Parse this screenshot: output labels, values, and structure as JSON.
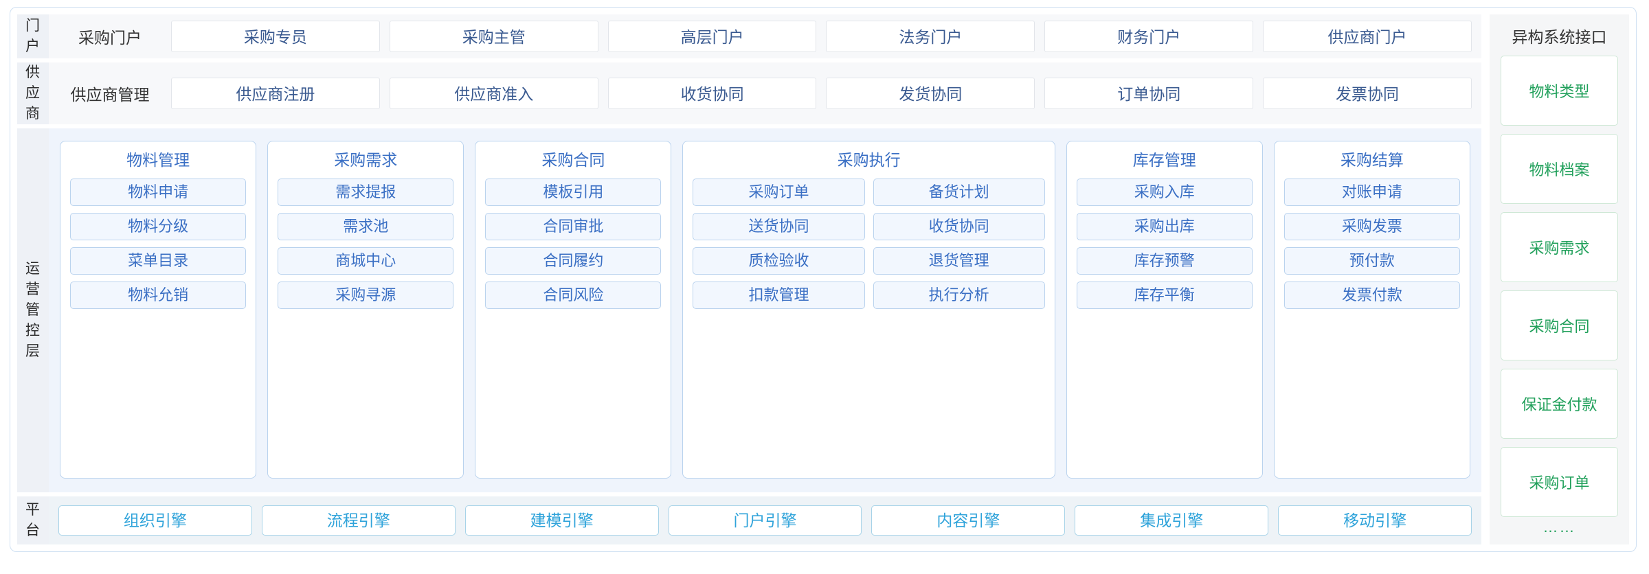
{
  "rows": {
    "portal": {
      "label": "门户",
      "title": "采购门户",
      "items": [
        "采购专员",
        "采购主管",
        "高层门户",
        "法务门户",
        "财务门户",
        "供应商门户"
      ]
    },
    "supplier": {
      "label": "供应商",
      "title": "供应商管理",
      "items": [
        "供应商注册",
        "供应商准入",
        "收货协同",
        "发货协同",
        "订单协同",
        "发票协同"
      ]
    },
    "operations": {
      "label": "运营管控层",
      "cards": [
        {
          "title": "物料管理",
          "wide": false,
          "items": [
            "物料申请",
            "物料分级",
            "菜单目录",
            "物料允销"
          ]
        },
        {
          "title": "采购需求",
          "wide": false,
          "items": [
            "需求提报",
            "需求池",
            "商城中心",
            "采购寻源"
          ]
        },
        {
          "title": "采购合同",
          "wide": false,
          "items": [
            "模板引用",
            "合同审批",
            "合同履约",
            "合同风险"
          ]
        },
        {
          "title": "采购执行",
          "wide": true,
          "items": [
            "采购订单",
            "备货计划",
            "送货协同",
            "收货协同",
            "质检验收",
            "退货管理",
            "扣款管理",
            "执行分析"
          ]
        },
        {
          "title": "库存管理",
          "wide": false,
          "items": [
            "采购入库",
            "采购出库",
            "库存预警",
            "库存平衡"
          ]
        },
        {
          "title": "采购结算",
          "wide": false,
          "items": [
            "对账申请",
            "采购发票",
            "预付款",
            "发票付款"
          ]
        }
      ]
    },
    "platform": {
      "label": "平台",
      "items": [
        "组织引擎",
        "流程引擎",
        "建模引擎",
        "门户引擎",
        "内容引擎",
        "集成引擎",
        "移动引擎"
      ]
    }
  },
  "sidebar": {
    "title": "异构系统接口",
    "items": [
      "物料类型",
      "物料档案",
      "采购需求",
      "采购合同",
      "保证金付款",
      "采购订单"
    ],
    "ellipsis": "……"
  },
  "colors": {
    "portal_text": "#3a5a90",
    "ops_text": "#3a6fc4",
    "platform_text": "#2fa3da",
    "sidebar_text": "#21a05b",
    "frame_border": "#cfe0f2",
    "ops_bg": "#eff4fc"
  }
}
